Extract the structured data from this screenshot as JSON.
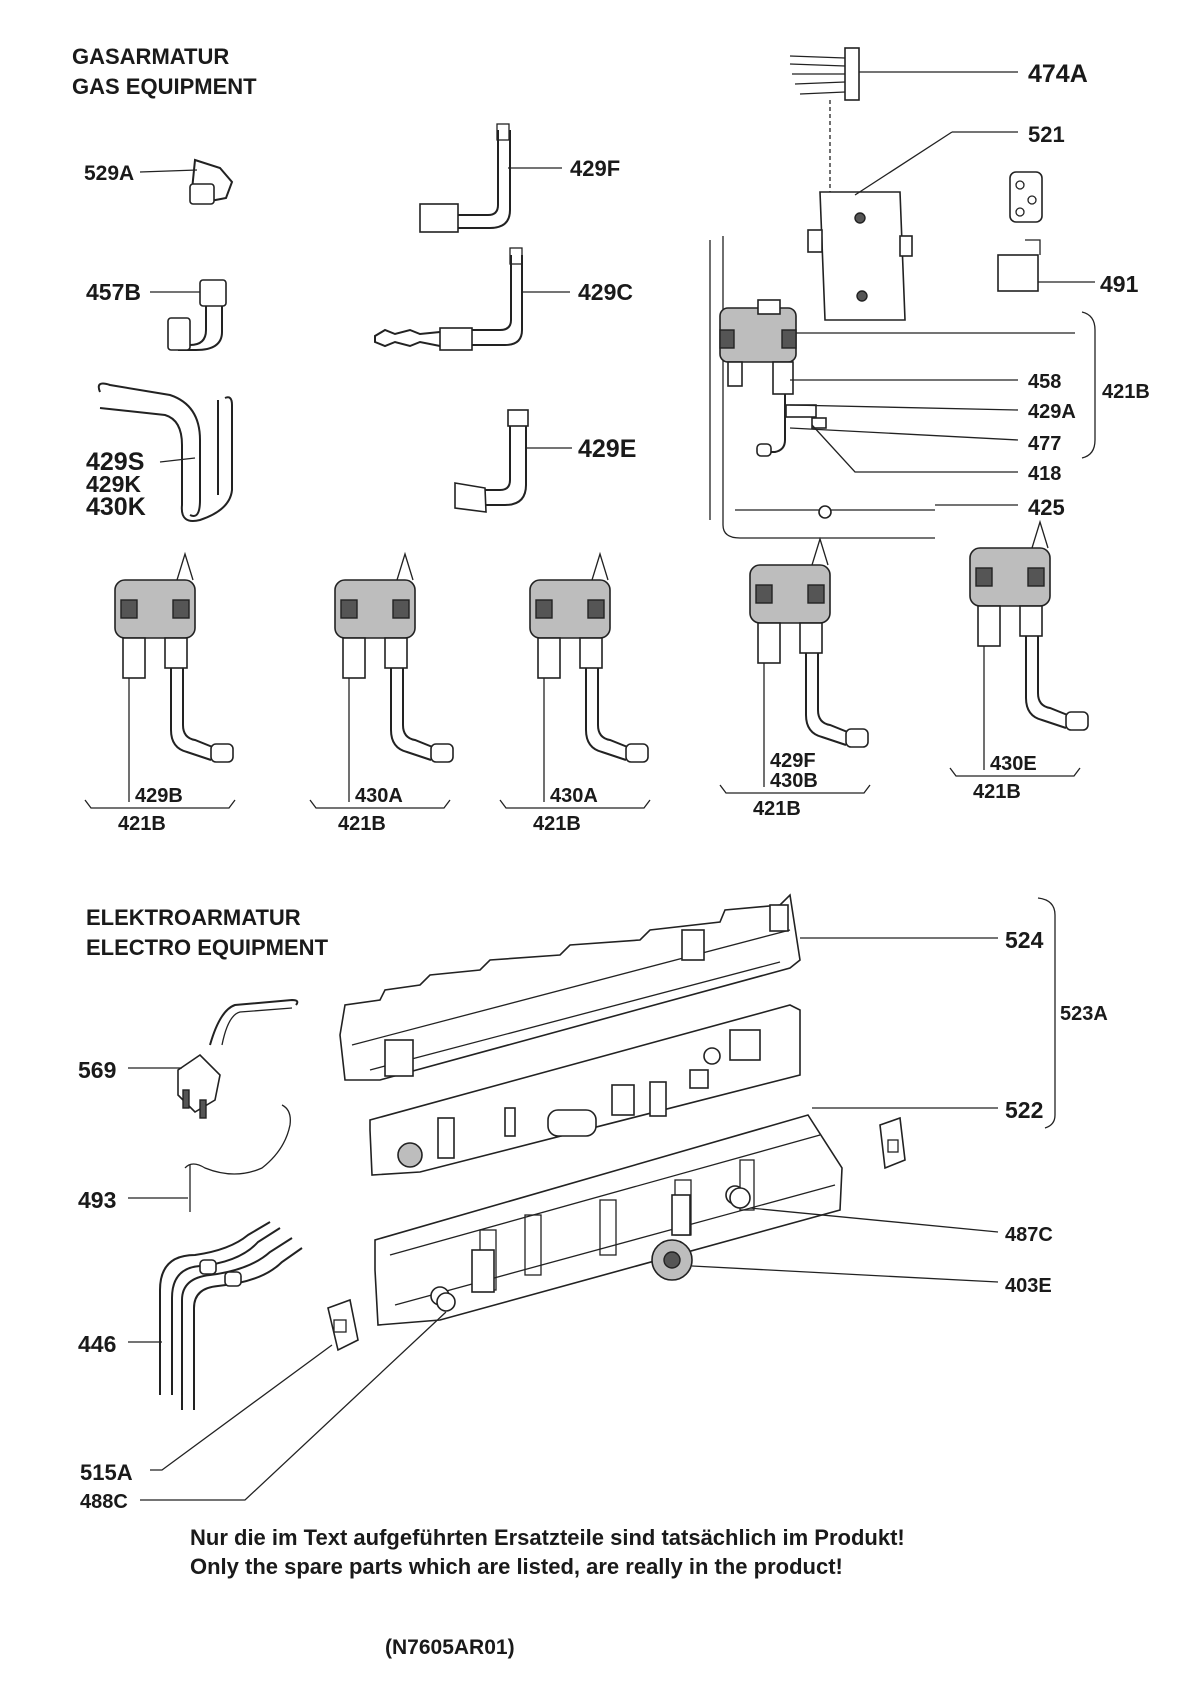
{
  "gas_section": {
    "title_de": "GASARMATUR",
    "title_en": "GAS EQUIPMENT"
  },
  "electro_section": {
    "title_de": "ELEKTROARMATUR",
    "title_en": "ELECTRO EQUIPMENT"
  },
  "gas_labels": {
    "p529A": "529A",
    "p457B": "457B",
    "p429S": "429S",
    "p429K": "429K",
    "p430K": "430K",
    "p429F": "429F",
    "p429C": "429C",
    "p429E": "429E",
    "p474A": "474A",
    "p521": "521",
    "p491": "491",
    "p458": "458",
    "p429A": "429A",
    "p477": "477",
    "p418": "418",
    "p425": "425",
    "p421B": "421B"
  },
  "valve_variants": [
    {
      "parts": [
        "429B"
      ],
      "group": "421B"
    },
    {
      "parts": [
        "430A"
      ],
      "group": "421B"
    },
    {
      "parts": [
        "430A"
      ],
      "group": "421B"
    },
    {
      "parts": [
        "429F",
        "430B"
      ],
      "group": "421B"
    },
    {
      "parts": [
        "430E"
      ],
      "group": "421B"
    }
  ],
  "electro_labels": {
    "p524": "524",
    "p523A": "523A",
    "p522": "522",
    "p569": "569",
    "p493": "493",
    "p446": "446",
    "p487C": "487C",
    "p403E": "403E",
    "p515A": "515A",
    "p488C": "488C"
  },
  "footer": {
    "note_de": "Nur die im Text aufgeführten Ersatzteile sind tatsächlich im Produkt!",
    "note_en": "Only the spare parts which are listed, are really in the product!",
    "drawing_id": "(N7605AR01)"
  }
}
